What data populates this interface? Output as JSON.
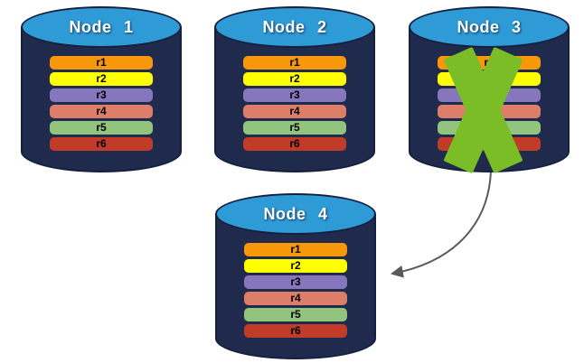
{
  "diagram": {
    "description": "Four database node cylinders each holding replicas r1-r6; Node 3 is crossed out with a green X and an arrow points from Node 3 to Node 4"
  },
  "nodes": [
    {
      "title": "Node 1",
      "status": "active"
    },
    {
      "title": "Node 2",
      "status": "active"
    },
    {
      "title": "Node 3",
      "status": "failed"
    },
    {
      "title": "Node 4",
      "status": "active"
    }
  ],
  "replicas": [
    {
      "label": "r1",
      "color": "#F7980B"
    },
    {
      "label": "r2",
      "color": "#FFFF00"
    },
    {
      "label": "r3",
      "color": "#8677BD"
    },
    {
      "label": "r4",
      "color": "#DD7E6B"
    },
    {
      "label": "r5",
      "color": "#93C47D"
    },
    {
      "label": "r6",
      "color": "#C13C28"
    }
  ],
  "colors": {
    "cylinder_body": "#1F2A4D",
    "cylinder_top": "#2E9AD6",
    "failure_x": "#7ABD26",
    "arrow": "#595959"
  },
  "arrow": {
    "from": "Node 3",
    "to": "Node 4"
  }
}
